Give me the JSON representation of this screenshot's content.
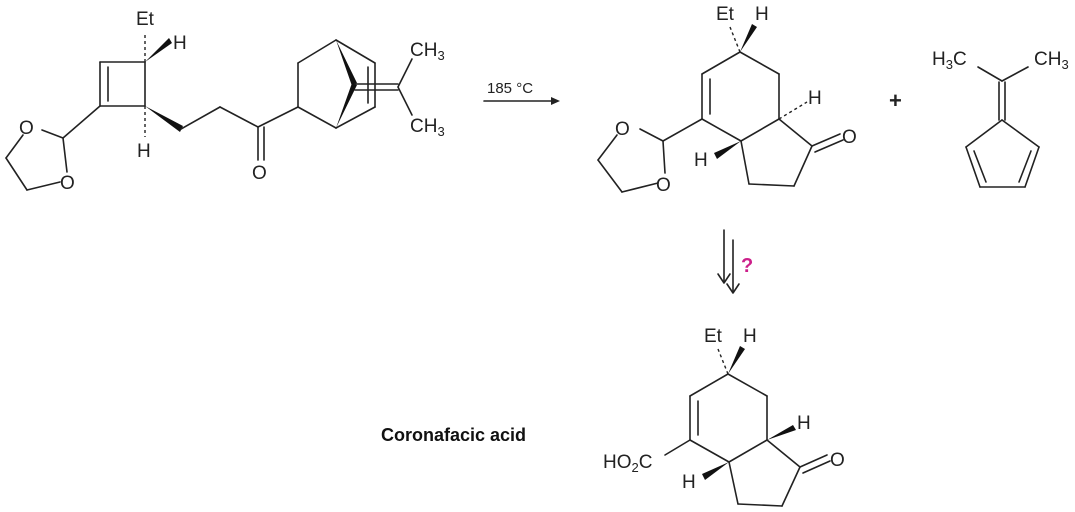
{
  "colors": {
    "ink": "#222222",
    "question": "#cc1f8a"
  },
  "labels": {
    "et": "Et",
    "h": "H",
    "o": "O",
    "ch": "CH",
    "three": "3",
    "h3c_h": "H",
    "h3c_c": "C",
    "ho": "HO",
    "two": "2",
    "c": "C"
  },
  "arrow_condition": "185 °C",
  "plus_sign": "+",
  "question_mark": "?",
  "product_name": "Coronafacic acid"
}
